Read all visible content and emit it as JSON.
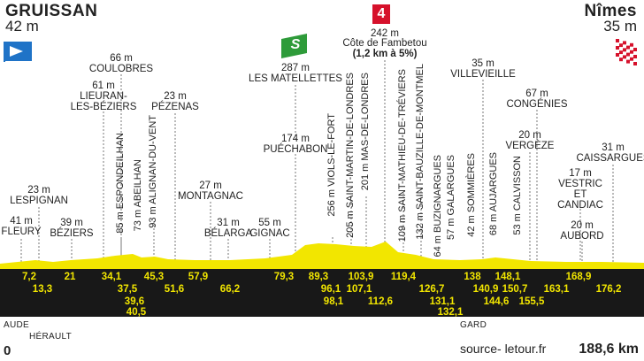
{
  "start": {
    "name": "GRUISSAN",
    "alt": "42 m",
    "km": "0"
  },
  "finish": {
    "name": "Nîmes",
    "alt": "35 m",
    "km": "188,6 km"
  },
  "source": "source- letour.fr",
  "regions": {
    "a": "AUDE",
    "b": "HÉRAULT",
    "c": "GARD"
  },
  "colors": {
    "profile": "#f2e600",
    "band": "#181818",
    "kmtext": "#f2e600",
    "sprint": "#2e9b3a",
    "climb": "#d6112b",
    "start_flag": "#1f73c7"
  },
  "climb": {
    "badge": "4",
    "alt": "242 m",
    "name": "Côte de Fambetou",
    "detail": "(1,2 km à 5%)"
  },
  "sprint": {
    "badge": "S",
    "alt": "287 m",
    "name": "LES MATELLETTES"
  },
  "places": [
    {
      "alt": "41 m",
      "name": "FLEURY"
    },
    {
      "alt": "23 m",
      "name": "LESPIGNAN"
    },
    {
      "alt": "39 m",
      "name": "BÉZIERS"
    },
    {
      "alt": "61 m",
      "name": "LIEURAN-\nLES-BÉZIERS"
    },
    {
      "alt": "66 m",
      "name": "COULOBRES"
    },
    {
      "alt": "23 m",
      "name": "PÉZENAS"
    },
    {
      "alt": "27 m",
      "name": "MONTAGNAC"
    },
    {
      "alt": "31 m",
      "name": "BÉLARGA"
    },
    {
      "alt": "55 m",
      "name": "GIGNAC"
    },
    {
      "alt": "174 m",
      "name": "PUÉCHABON"
    },
    {
      "alt": "35 m",
      "name": "VILLEVIEILLE"
    },
    {
      "alt": "67 m",
      "name": "CONGÉNIES"
    },
    {
      "alt": "20 m",
      "name": "VERGÈZE"
    },
    {
      "alt": "17 m",
      "name": "VESTRIC\nET\nCANDIAC"
    },
    {
      "alt": "20 m",
      "name": "AUBORD"
    },
    {
      "alt": "31 m",
      "name": "CAISSARGUES"
    }
  ],
  "vertical_places": [
    "85 m ESPONDEILHAN",
    "73 m ABEILHAN",
    "93 m ALIGNAN-DU-VENT",
    "256 m VIOLS-LE-FORT",
    "205 m SAINT-MARTIN-DE-LONDRES",
    "201 m MAS-DE-LONDRES",
    "109 m SAINT-MATHIEU-DE-TRÉVIERS",
    "132 m SAINT-BAUZILLE-DE-MONTMEL",
    "64 m BUZIGNARGUES",
    "57 m GALARGUES",
    "42 m SOMMIÈRES",
    "68 m AUJARGUES",
    "53 m CALVISSON"
  ],
  "km_marks": [
    "7,2",
    "13,3",
    "21",
    "34,1",
    "37,5",
    "39,6",
    "40,5",
    "45,3",
    "51,6",
    "57,9",
    "66,2",
    "79,3",
    "89,3",
    "96,1",
    "98,1",
    "103,9",
    "107,1",
    "112,6",
    "119,4",
    "126,7",
    "131,1",
    "132,1",
    "138",
    "140,9",
    "144,6",
    "148,1",
    "150,7",
    "155,5",
    "163,1",
    "168,9",
    "176,2"
  ]
}
